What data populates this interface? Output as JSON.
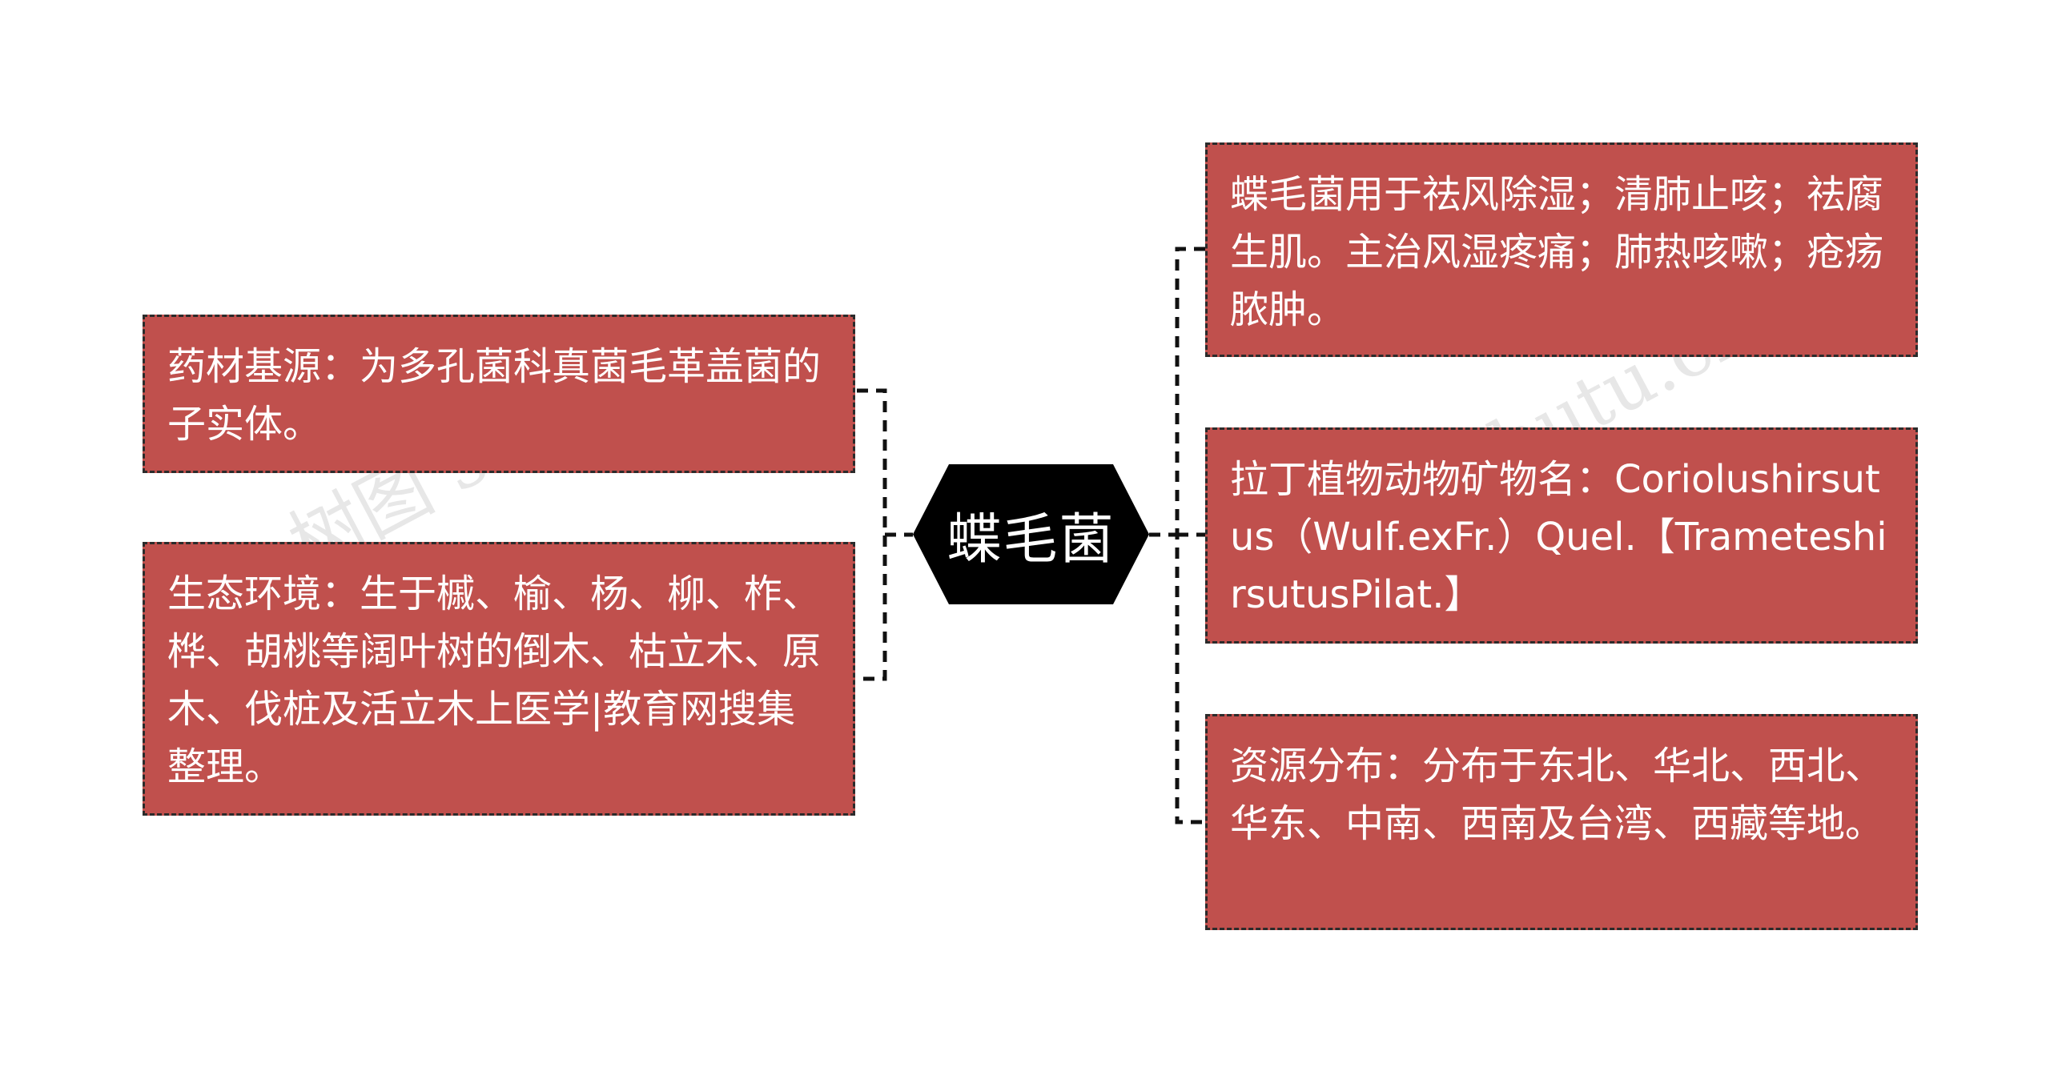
{
  "center": {
    "label": "蝶毛菌"
  },
  "left_nodes": [
    {
      "text": "药材基源：为多孔菌科真菌毛革盖菌的子实体。"
    },
    {
      "text": "生态环境：生于槭、榆、杨、柳、柞、桦、胡桃等阔叶树的倒木、枯立木、原木、伐桩及活立木上医学|教育网搜集整理。"
    }
  ],
  "right_nodes": [
    {
      "text": "蝶毛菌用于祛风除湿；清肺止咳；祛腐生肌。主治风湿疼痛；肺热咳嗽；疮疡脓肿。"
    },
    {
      "text": "拉丁植物动物矿物名：Coriolushirsutus（Wulf.exFr.）Quel.【TrameteshirsutusPilat.】"
    },
    {
      "text": "资源分布：分布于东北、华北、西北、华东、中南、西南及台湾、西藏等地。"
    }
  ],
  "watermarks": [
    "树图 shutu.cn",
    "树图 shutu.cn"
  ],
  "colors": {
    "node_fill": "#c0504d",
    "node_border": "#2b2b2b",
    "center_fill": "#000000",
    "text": "#ffffff",
    "connector": "#111111"
  }
}
